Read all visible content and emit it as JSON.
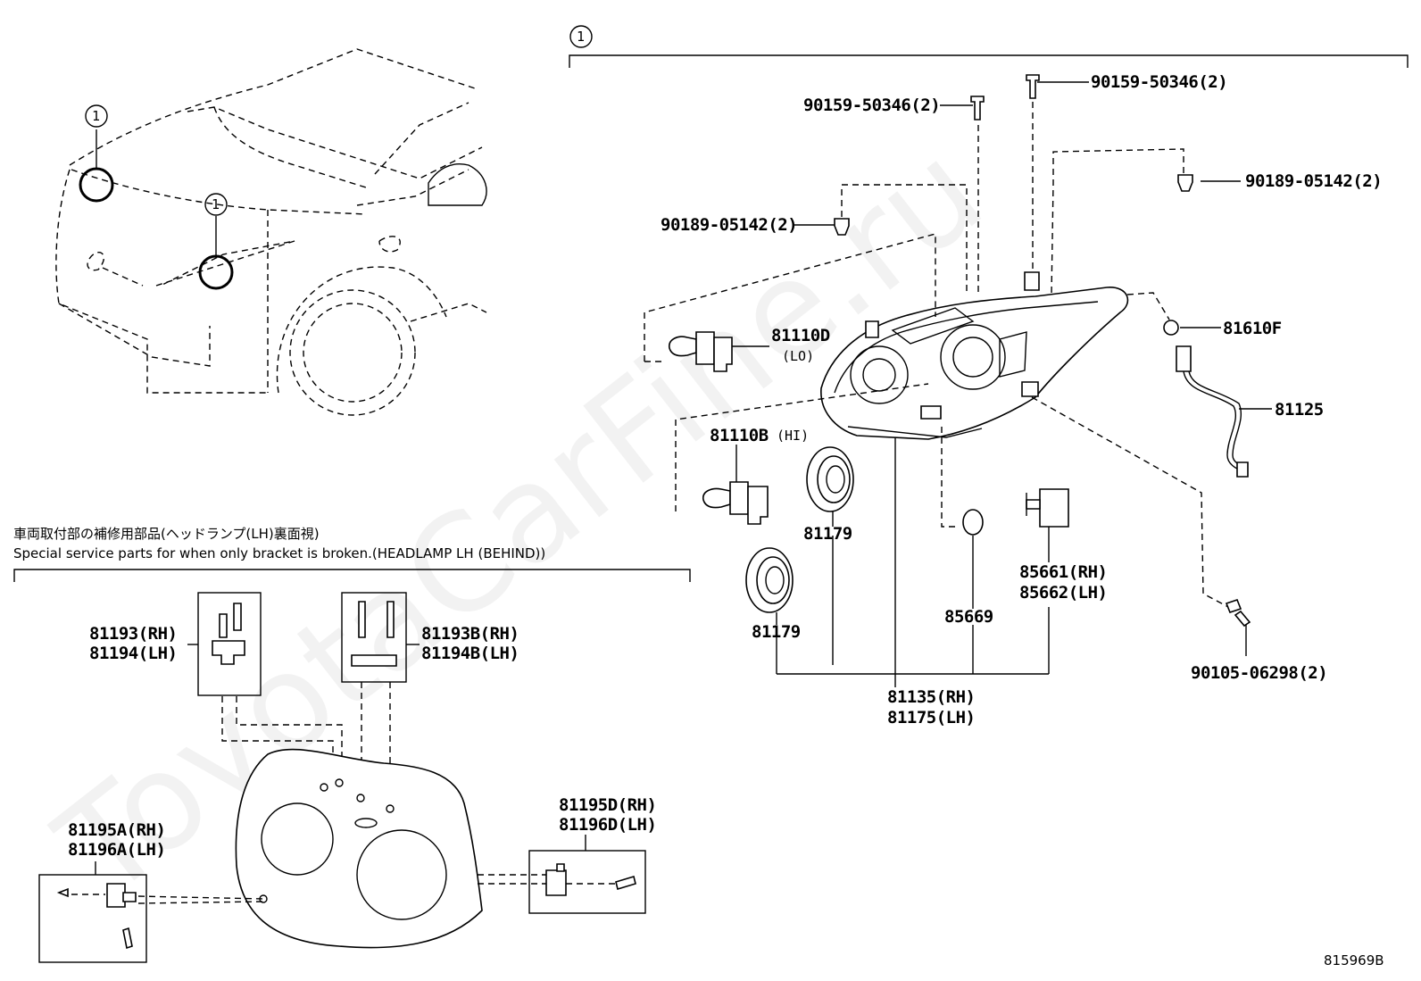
{
  "watermark": "ToyotaCarFine.ru",
  "diagram_code": "815969B",
  "callout_number": "1",
  "note": {
    "japanese": "車両取付部の補修用部品(ヘッドランプ(LH)裏面視)",
    "english": "Special service parts for when only bracket is broken.(HEADLAMP LH (BEHIND))"
  },
  "parts": {
    "screw_top_left": "90159-50346(2)",
    "screw_top_right": "90159-50346(2)",
    "clip_left": "90189-05142(2)",
    "clip_right": "90189-05142(2)",
    "bulb_lo": "81110D",
    "bulb_lo_sub": "(LO)",
    "bulb_hi": "81110B",
    "bulb_hi_sub": "(HI)",
    "cap_upper": "81179",
    "cap_lower": "81179",
    "side_bulb": "81610F",
    "socket_wire": "81125",
    "o_ring": "85669",
    "actuator_rh": "85661(RH)",
    "actuator_lh": "85662(LH)",
    "assembly_rh": "81135(RH)",
    "assembly_lh": "81175(LH)",
    "screw_bottom_right": "90105-06298(2)",
    "bracket_a_rh": "81193(RH)",
    "bracket_a_lh": "81194(LH)",
    "bracket_b_rh": "81193B(RH)",
    "bracket_b_lh": "81194B(LH)",
    "bracket_c_rh": "81195A(RH)",
    "bracket_c_lh": "81196A(LH)",
    "bracket_d_rh": "81195D(RH)",
    "bracket_d_lh": "81196D(LH)"
  }
}
